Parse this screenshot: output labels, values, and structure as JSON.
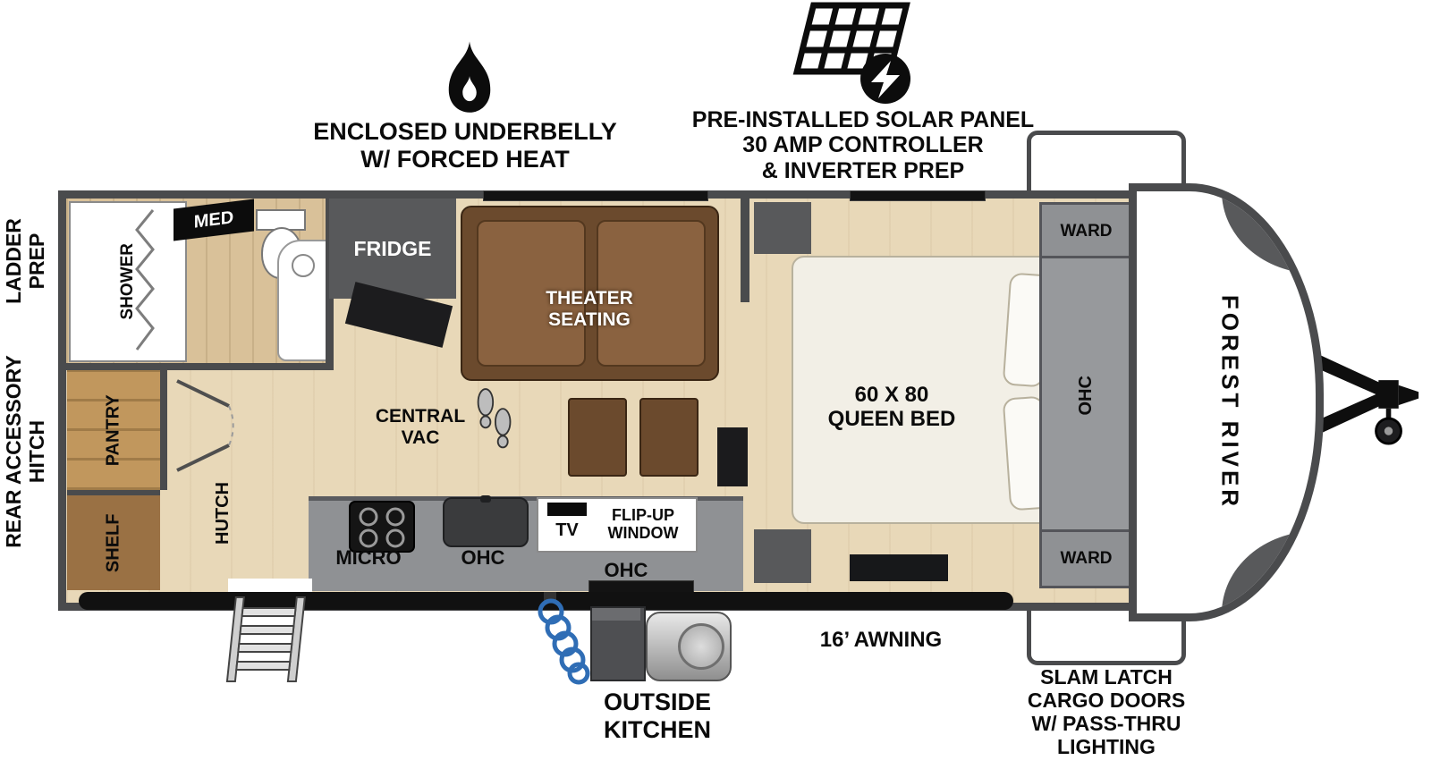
{
  "brand": "FOREST RIVER",
  "callouts": {
    "underbelly": "ENCLOSED UNDERBELLY\nW/ FORCED HEAT",
    "solar": "PRE-INSTALLED SOLAR PANEL\n30 AMP CONTROLLER\n& INVERTER PREP",
    "ladder_prep": "LADDER\nPREP",
    "rear_hitch": "REAR ACCESSORY\nHITCH",
    "awning": "16’ AWNING",
    "outside_kitchen": "OUTSIDE\nKITCHEN",
    "cargo_doors": "SLAM LATCH\nCARGO DOORS\nW/ PASS-THRU\nLIGHTING"
  },
  "rooms": {
    "bathroom": {
      "shower": "SHOWER",
      "med_cabinet": "MED"
    },
    "storage": {
      "pantry": "PANTRY",
      "shelf": "SHELF",
      "hutch": "HUTCH"
    },
    "kitchen": {
      "fridge": "FRIDGE",
      "micro": "MICRO",
      "ohc_left": "OHC",
      "tv": "TV",
      "flip_up_window": "FLIP-UP\nWINDOW",
      "ohc_right": "OHC",
      "central_vac": "CENTRAL\nVAC"
    },
    "living": {
      "theater_seating": "THEATER\nSEATING"
    },
    "bedroom": {
      "queen_bed": "60 X 80\nQUEEN BED",
      "ward_front": "WARD",
      "ward_rear": "WARD",
      "ohc": "OHC"
    }
  },
  "icons": {
    "flame": "flame-icon",
    "solar_panel": "solar-panel-icon",
    "footprints": "footprints-icon",
    "entry_steps": "entry-steps-icon",
    "water_hose": "water-hose-icon",
    "water_heater": "water-heater-icon",
    "hitch": "hitch-icon"
  },
  "colors": {
    "wall": "#4a4b4d",
    "floor": "#e8d8b8",
    "cabinet": "#8f9194",
    "appliance_dark": "#58595b",
    "wood": "#c1975d",
    "sofa": "#6b4a2d",
    "hose_blue": "#2f6db5"
  }
}
